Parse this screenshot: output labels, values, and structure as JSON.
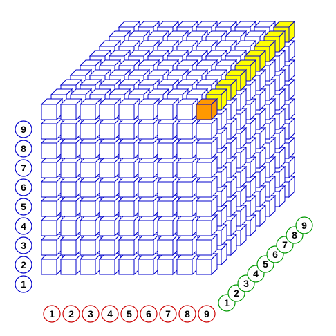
{
  "grid": {
    "size": 9,
    "edge_color": "#0000cc",
    "cube_fill": "#ffffff",
    "highlight_fill": "#ffff00",
    "selected_fill": "#ff9900"
  },
  "highlighted_cubes": [
    [
      9,
      9,
      1
    ],
    [
      9,
      9,
      2
    ],
    [
      9,
      9,
      3
    ],
    [
      9,
      9,
      4
    ],
    [
      9,
      9,
      5
    ],
    [
      9,
      9,
      6
    ],
    [
      9,
      9,
      7
    ],
    [
      9,
      9,
      8
    ],
    [
      9,
      9,
      9
    ]
  ],
  "selected_cube": [
    9,
    9,
    1
  ],
  "axes": {
    "vertical": {
      "color": "#0000cc",
      "labels": [
        "1",
        "2",
        "3",
        "4",
        "5",
        "6",
        "7",
        "8",
        "9"
      ]
    },
    "horizontal": {
      "color": "#cc0000",
      "labels": [
        "1",
        "2",
        "3",
        "4",
        "5",
        "6",
        "7",
        "8",
        "9"
      ]
    },
    "depth": {
      "color": "#009900",
      "labels": [
        "1",
        "2",
        "3",
        "4",
        "5",
        "6",
        "7",
        "8",
        "9"
      ]
    }
  }
}
